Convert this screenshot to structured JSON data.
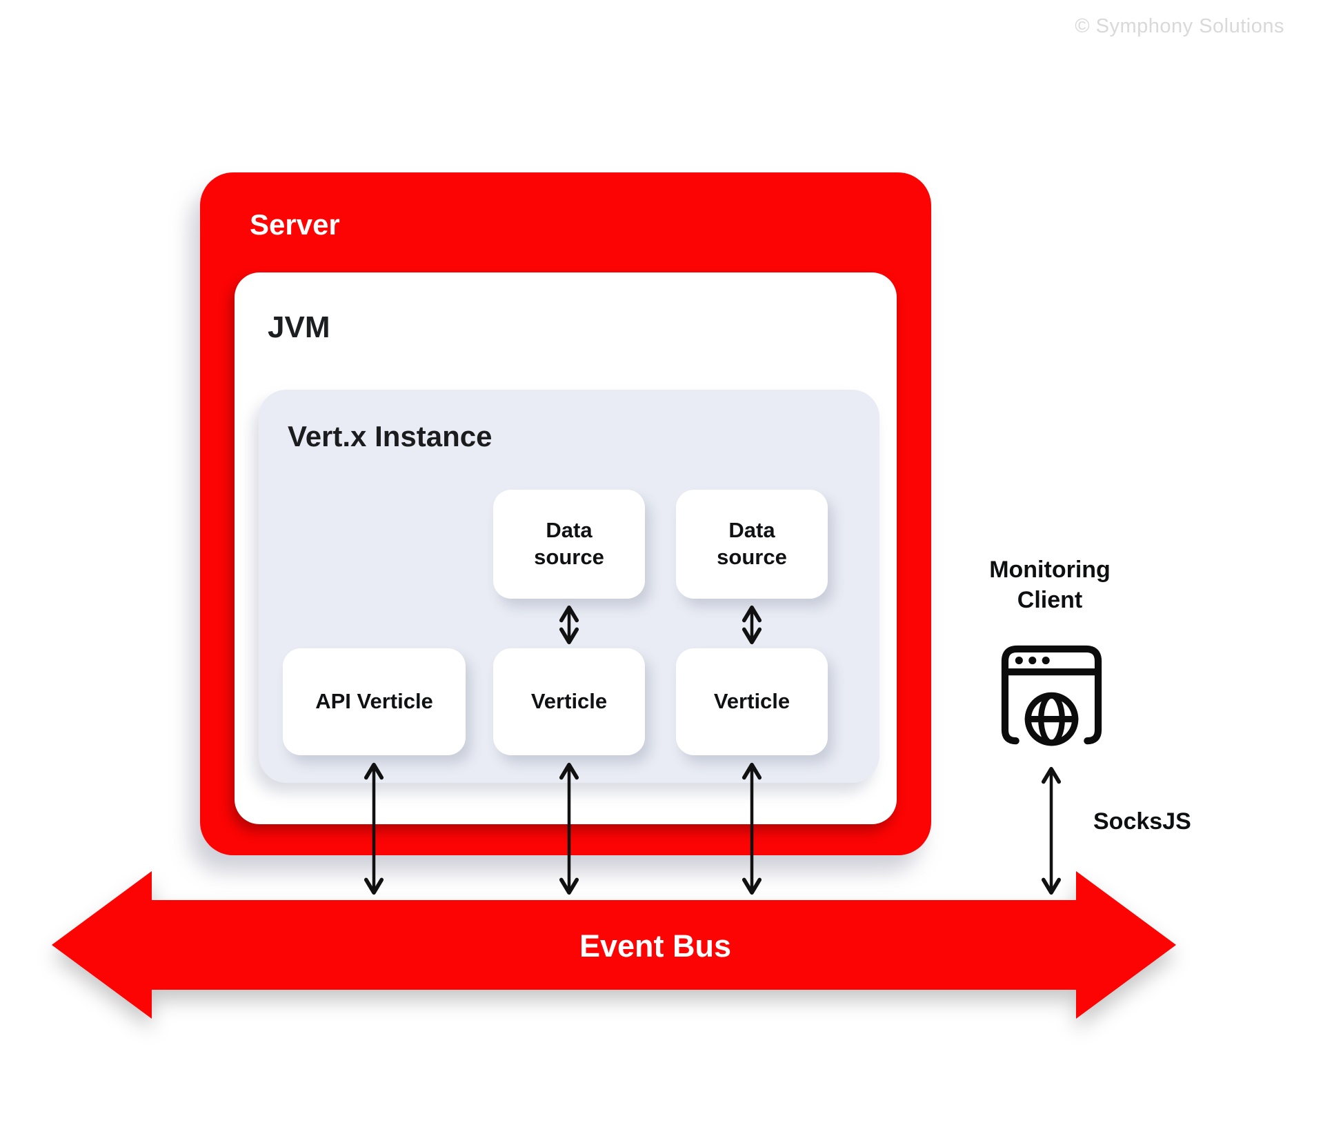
{
  "watermark": "© Symphony Solutions",
  "colors": {
    "red": "#FC0404",
    "instance_bg": "#E9ECF4",
    "card_bg": "#FFFFFF",
    "text_dark": "#141517",
    "text_light": "#FFFFFF",
    "arrow_black": "#111111",
    "watermark_gray": "#D9D9D9"
  },
  "server": {
    "label": "Server"
  },
  "jvm": {
    "label": "JVM"
  },
  "vertx_instance": {
    "label": "Vert.x Instance",
    "data_sources": [
      {
        "label": "Data source"
      },
      {
        "label": "Data source"
      }
    ],
    "verticles": [
      {
        "label": "API Verticle"
      },
      {
        "label": "Verticle"
      },
      {
        "label": "Verticle"
      }
    ]
  },
  "monitoring_client": {
    "label": "Monitoring Client",
    "icon": "browser-globe-icon"
  },
  "socksjs": {
    "label": "SocksJS"
  },
  "event_bus": {
    "label": "Event Bus"
  },
  "connections": [
    {
      "from": "Data source (left)",
      "to": "Verticle (middle)",
      "direction": "bidirectional"
    },
    {
      "from": "Data source (right)",
      "to": "Verticle (right)",
      "direction": "bidirectional"
    },
    {
      "from": "API Verticle",
      "to": "Event Bus",
      "direction": "bidirectional"
    },
    {
      "from": "Verticle (middle)",
      "to": "Event Bus",
      "direction": "bidirectional"
    },
    {
      "from": "Verticle (right)",
      "to": "Event Bus",
      "direction": "bidirectional"
    },
    {
      "from": "Monitoring Client",
      "to": "Event Bus",
      "direction": "bidirectional",
      "label": "SocksJS"
    }
  ]
}
